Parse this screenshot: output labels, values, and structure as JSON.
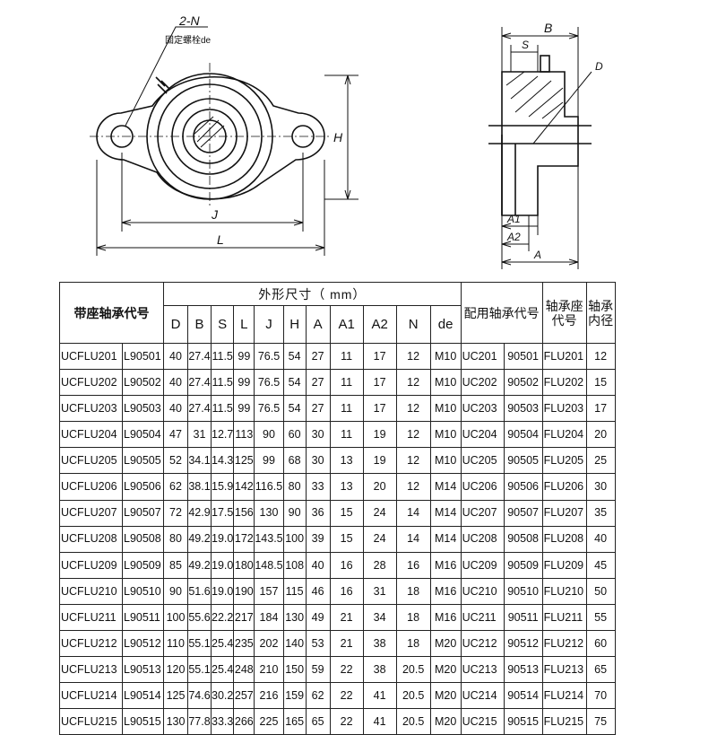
{
  "drawing": {
    "label_2n": "2-N",
    "label_bolt": "固定螺栓de",
    "label_H": "H",
    "label_J": "J",
    "label_L": "L",
    "label_B": "B",
    "label_S": "S",
    "label_D": "D",
    "label_A1": "A1",
    "label_A2": "A2",
    "label_A": "A"
  },
  "table": {
    "col_group": {
      "model": "带座轴承代号",
      "dims": "外形尺寸（ mm）",
      "bearing": "配用轴承代号",
      "housing": "轴承座代号",
      "bore": "轴承内径"
    },
    "dim_headers": [
      "D",
      "B",
      "S",
      "L",
      "J",
      "H",
      "A",
      "A1",
      "A2",
      "N",
      "de"
    ],
    "rows": [
      [
        "UCFLU201",
        "L90501",
        "40",
        "27.4",
        "11.5",
        "99",
        "76.5",
        "54",
        "27",
        "11",
        "17",
        "12",
        "M10",
        "UC201",
        "90501",
        "FLU201",
        "12"
      ],
      [
        "UCFLU202",
        "L90502",
        "40",
        "27.4",
        "11.5",
        "99",
        "76.5",
        "54",
        "27",
        "11",
        "17",
        "12",
        "M10",
        "UC202",
        "90502",
        "FLU202",
        "15"
      ],
      [
        "UCFLU203",
        "L90503",
        "40",
        "27.4",
        "11.5",
        "99",
        "76.5",
        "54",
        "27",
        "11",
        "17",
        "12",
        "M10",
        "UC203",
        "90503",
        "FLU203",
        "17"
      ],
      [
        "UCFLU204",
        "L90504",
        "47",
        "31",
        "12.7",
        "113",
        "90",
        "60",
        "30",
        "11",
        "19",
        "12",
        "M10",
        "UC204",
        "90504",
        "FLU204",
        "20"
      ],
      [
        "UCFLU205",
        "L90505",
        "52",
        "34.1",
        "14.3",
        "125",
        "99",
        "68",
        "30",
        "13",
        "19",
        "12",
        "M10",
        "UC205",
        "90505",
        "FLU205",
        "25"
      ],
      [
        "UCFLU206",
        "L90506",
        "62",
        "38.1",
        "15.9",
        "142",
        "116.5",
        "80",
        "33",
        "13",
        "20",
        "12",
        "M14",
        "UC206",
        "90506",
        "FLU206",
        "30"
      ],
      [
        "UCFLU207",
        "L90507",
        "72",
        "42.9",
        "17.5",
        "156",
        "130",
        "90",
        "36",
        "15",
        "24",
        "14",
        "M14",
        "UC207",
        "90507",
        "FLU207",
        "35"
      ],
      [
        "UCFLU208",
        "L90508",
        "80",
        "49.2",
        "19.0",
        "172",
        "143.5",
        "100",
        "39",
        "15",
        "24",
        "14",
        "M14",
        "UC208",
        "90508",
        "FLU208",
        "40"
      ],
      [
        "UCFLU209",
        "L90509",
        "85",
        "49.2",
        "19.0",
        "180",
        "148.5",
        "108",
        "40",
        "16",
        "28",
        "16",
        "M16",
        "UC209",
        "90509",
        "FLU209",
        "45"
      ],
      [
        "UCFLU210",
        "L90510",
        "90",
        "51.6",
        "19.0",
        "190",
        "157",
        "115",
        "46",
        "16",
        "31",
        "18",
        "M16",
        "UC210",
        "90510",
        "FLU210",
        "50"
      ],
      [
        "UCFLU211",
        "L90511",
        "100",
        "55.6",
        "22.2",
        "217",
        "184",
        "130",
        "49",
        "21",
        "34",
        "18",
        "M16",
        "UC211",
        "90511",
        "FLU211",
        "55"
      ],
      [
        "UCFLU212",
        "L90512",
        "110",
        "55.1",
        "25.4",
        "235",
        "202",
        "140",
        "53",
        "21",
        "38",
        "18",
        "M20",
        "UC212",
        "90512",
        "FLU212",
        "60"
      ],
      [
        "UCFLU213",
        "L90513",
        "120",
        "55.1",
        "25.4",
        "248",
        "210",
        "150",
        "59",
        "22",
        "38",
        "20.5",
        "M20",
        "UC213",
        "90513",
        "FLU213",
        "65"
      ],
      [
        "UCFLU214",
        "L90514",
        "125",
        "74.6",
        "30.2",
        "257",
        "216",
        "159",
        "62",
        "22",
        "41",
        "20.5",
        "M20",
        "UC214",
        "90514",
        "FLU214",
        "70"
      ],
      [
        "UCFLU215",
        "L90515",
        "130",
        "77.8",
        "33.3",
        "266",
        "225",
        "165",
        "65",
        "22",
        "41",
        "20.5",
        "M20",
        "UC215",
        "90515",
        "FLU215",
        "75"
      ]
    ]
  }
}
